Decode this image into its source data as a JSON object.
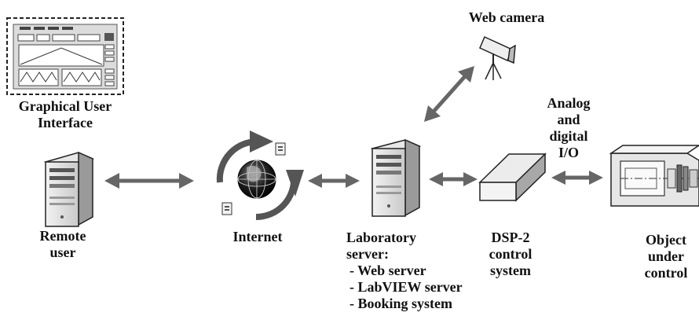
{
  "labels": {
    "gui": [
      "Graphical User",
      "Interface"
    ],
    "remote_user": [
      "Remote",
      "user"
    ],
    "internet": [
      "Internet"
    ],
    "lab_server": [
      "Laboratory",
      "server:",
      "- Web server",
      "- LabVIEW server",
      "- Booking system"
    ],
    "dsp": [
      "DSP-2",
      "control",
      "system"
    ],
    "object": [
      "Object",
      "under",
      "control"
    ],
    "web_camera": [
      "Web camera"
    ],
    "io": [
      "Analog",
      "and",
      "digital",
      "I/O"
    ]
  },
  "icons": [
    "gui-window-icon",
    "computer-tower-icon",
    "globe-icon",
    "document-icon",
    "server-tower-icon",
    "web-camera-icon",
    "dsp-box-icon",
    "motor-icon",
    "double-arrow-icon"
  ]
}
